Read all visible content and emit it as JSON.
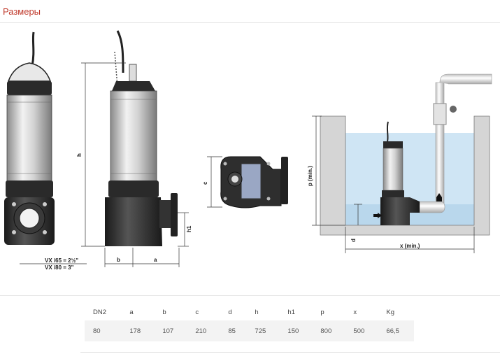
{
  "section": {
    "title": "Размеры"
  },
  "drawing_labels": {
    "h": "h",
    "h1": "h1",
    "a": "a",
    "b": "b",
    "c": "c",
    "d": "d",
    "p": "p (min.)",
    "x": "x (min.)",
    "vx65": "VX /65 = 2½\"",
    "vx80": "VX /80 = 3\""
  },
  "colors": {
    "title": "#c0392b",
    "water": "#cfe5f4",
    "pump_body": "#2b2b2b",
    "motor": "#c8c8c8"
  },
  "table": {
    "headers": [
      "DN2",
      "a",
      "b",
      "c",
      "d",
      "h",
      "h1",
      "p",
      "x",
      "Kg"
    ],
    "rows": [
      [
        "80",
        "178",
        "107",
        "210",
        "85",
        "725",
        "150",
        "800",
        "500",
        "66,5"
      ]
    ]
  }
}
